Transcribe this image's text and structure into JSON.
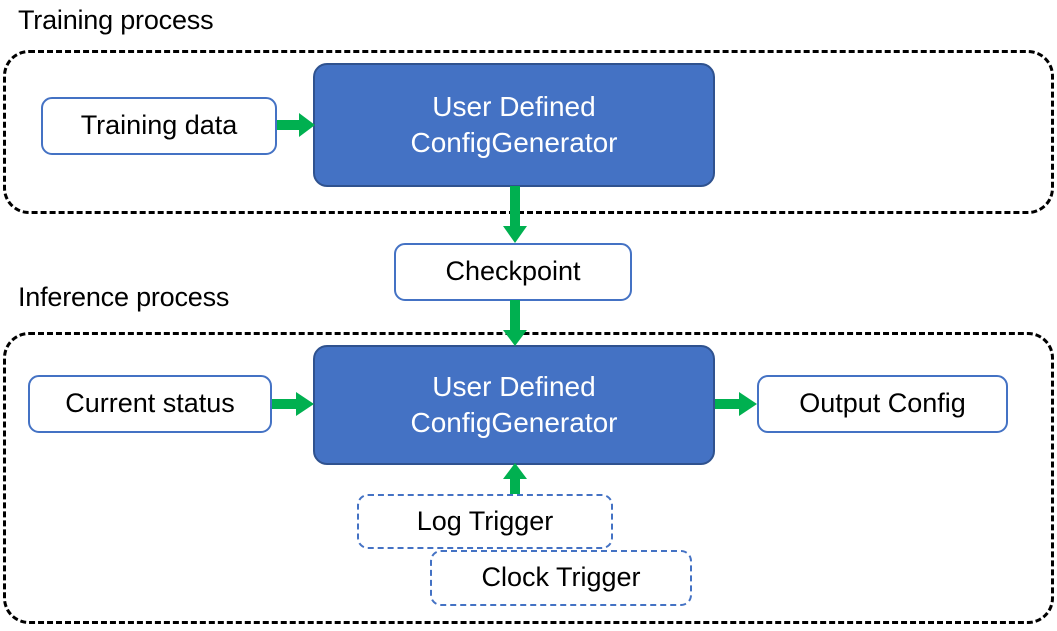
{
  "diagram": {
    "title_training": "Training process",
    "title_inference": "Inference process",
    "colors": {
      "process_box_fill": "#4472C4",
      "process_box_border": "#2F528F",
      "outline_box_border": "#4472C4",
      "trigger_box_border": "#4472C4",
      "arrow": "#00B050",
      "container_border": "#000000",
      "text_dark": "#000000",
      "text_light": "#FFFFFF"
    },
    "nodes": {
      "training_data": "Training data",
      "generator_training_line1": "User Defined",
      "generator_training_line2": "ConfigGenerator",
      "checkpoint": "Checkpoint",
      "current_status": "Current status",
      "generator_inference_line1": "User Defined",
      "generator_inference_line2": "ConfigGenerator",
      "output_config": "Output Config",
      "log_trigger": "Log Trigger",
      "clock_trigger": "Clock Trigger"
    },
    "edges": [
      {
        "id": "training-data-to-generator",
        "from": "Training data",
        "to": "User Defined ConfigGenerator",
        "direction": "right"
      },
      {
        "id": "generator-to-checkpoint",
        "from": "User Defined ConfigGenerator",
        "to": "Checkpoint",
        "direction": "down"
      },
      {
        "id": "checkpoint-to-generator",
        "from": "Checkpoint",
        "to": "User Defined ConfigGenerator",
        "direction": "down"
      },
      {
        "id": "current-status-to-generator",
        "from": "Current status",
        "to": "User Defined ConfigGenerator",
        "direction": "right"
      },
      {
        "id": "generator-to-output",
        "from": "User Defined ConfigGenerator",
        "to": "Output Config",
        "direction": "right"
      },
      {
        "id": "triggers-to-generator",
        "from": "Log Trigger / Clock Trigger",
        "to": "User Defined ConfigGenerator",
        "direction": "up"
      }
    ]
  }
}
